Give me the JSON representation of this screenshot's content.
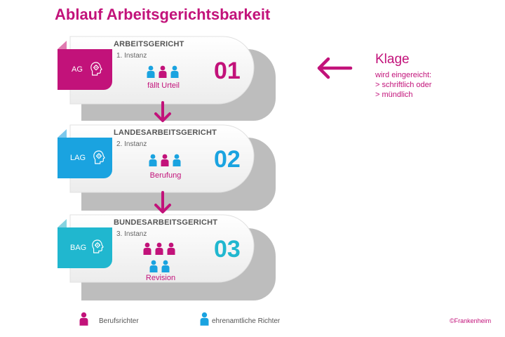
{
  "title": "Ablauf Arbeitsgerichtsbarkeit",
  "colors": {
    "magenta": "#c2127a",
    "blue": "#1aa3e0",
    "cyan": "#20b7cf",
    "text_gray": "#555555"
  },
  "stages": [
    {
      "tab": "AG",
      "tab_color": "#c2127a",
      "name": "ARBEITSGERICHT",
      "instanz": "1. Instanz",
      "number": "01",
      "number_color": "#c2127a",
      "action": "fällt Urteil",
      "judges": "1 Berufsrichter, 2 ehrenamtliche Richter"
    },
    {
      "tab": "LAG",
      "tab_color": "#1aa3e0",
      "name": "LANDESARBEITSGERICHT",
      "instanz": "2. Instanz",
      "number": "02",
      "number_color": "#1aa3e0",
      "action": "Berufung",
      "judges": "1 Berufsrichter, 2 ehrenamtliche Richter"
    },
    {
      "tab": "BAG",
      "tab_color": "#20b7cf",
      "name": "BUNDESARBEITSGERICHT",
      "instanz": "3. Instanz",
      "number": "03",
      "number_color": "#20b7cf",
      "action": "Revision",
      "judges": "3 Berufsrichter, 2 ehrenamtliche Richter"
    }
  ],
  "klage": {
    "title": "Klage",
    "lines": [
      "wird eingereicht:",
      "> schriftlich oder",
      "> mündlich"
    ]
  },
  "legend": {
    "professional": "Berufsrichter",
    "honorary": "ehrenamtliche Richter"
  },
  "copyright": "©Frankenheim"
}
